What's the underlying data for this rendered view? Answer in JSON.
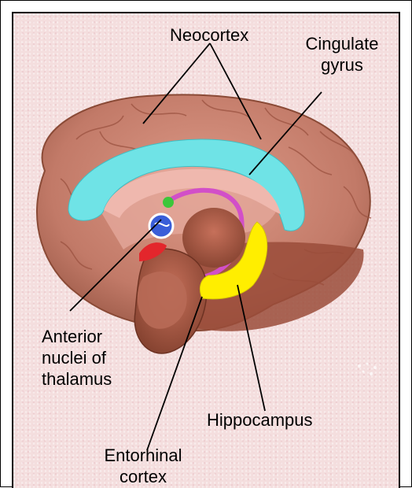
{
  "diagram": {
    "labels": {
      "neocortex": "Neocortex",
      "cingulate_line1": "Cingulate",
      "cingulate_line2": "gyrus",
      "anterior_line1": "Anterior",
      "anterior_line2": "nuclei of",
      "anterior_line3": "thalamus",
      "hippocampus": "Hippocampus",
      "entorhinal_line1": "Entorhinal",
      "entorhinal_line2": "cortex"
    },
    "colors": {
      "background": "#f4dede",
      "brain": "#c98070",
      "brain_dark": "#8a4a36",
      "cingulate": "#6fe3e6",
      "fornix": "#d24fc8",
      "hippocampus": "#ffee00",
      "thalamus": "#3a5ed8",
      "green_nucleus": "#3cc63a",
      "red_region": "#e3262c"
    }
  }
}
